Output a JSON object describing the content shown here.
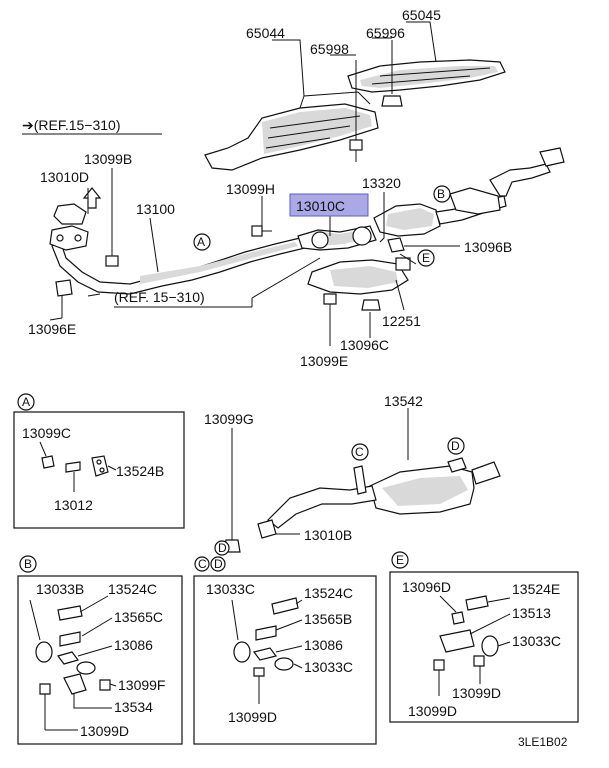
{
  "references": {
    "top": "➔(REF.15−310)",
    "mid": "(REF. 15−310)"
  },
  "main_labels": [
    "65044",
    "65045",
    "65998",
    "65996",
    "13099B",
    "13010D",
    "13100",
    "13099H",
    "13010C",
    "13320",
    "13096B",
    "13096E",
    "12251",
    "13096C",
    "13099E",
    "13099G",
    "13542",
    "13010B"
  ],
  "callouts": [
    "A",
    "B",
    "C",
    "D",
    "E"
  ],
  "highlight": {
    "label": "13010C",
    "color": "#a9a9e6"
  },
  "inset_A": {
    "letter": "A",
    "labels": [
      "13099C",
      "13524B",
      "13012"
    ]
  },
  "inset_B": {
    "letter": "B",
    "labels": [
      "13033B",
      "13524C",
      "13565C",
      "13086",
      "13099F",
      "13534",
      "13099D"
    ]
  },
  "inset_CD": {
    "letter_c": "C",
    "letter_d": "D",
    "labels": [
      "13033C",
      "13524C",
      "13565B",
      "13086",
      "13033C",
      "13099D"
    ]
  },
  "inset_E": {
    "letter": "E",
    "labels": [
      "13096D",
      "13524E",
      "13513",
      "13033C",
      "13099D",
      "13099D"
    ]
  },
  "diagram_code": "3LE1B02"
}
